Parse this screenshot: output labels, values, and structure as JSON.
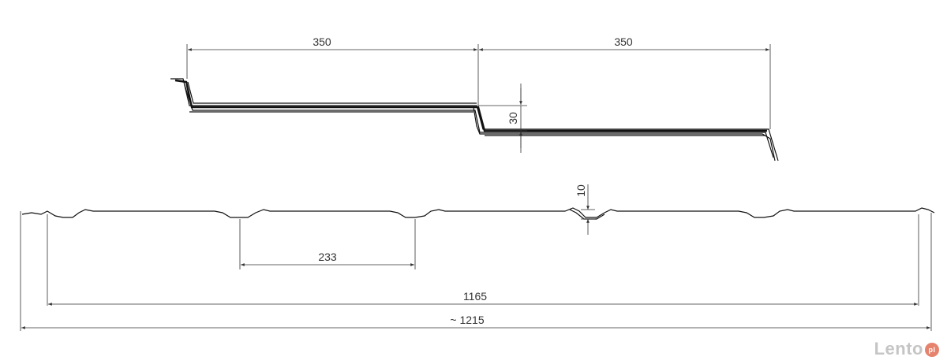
{
  "top_section": {
    "dim_left": "350",
    "dim_right": "350",
    "dim_step": "30"
  },
  "bottom_section": {
    "dim_rib_height": "10",
    "dim_module": "233",
    "dim_effective_width": "1165",
    "dim_total_width": "~ 1215"
  },
  "watermark": {
    "text": "Lento",
    "badge": "pl"
  },
  "colors": {
    "line": "#111111",
    "dimension": "#333333",
    "watermark": "#969696",
    "watermark_badge": "#dc5a3c"
  }
}
